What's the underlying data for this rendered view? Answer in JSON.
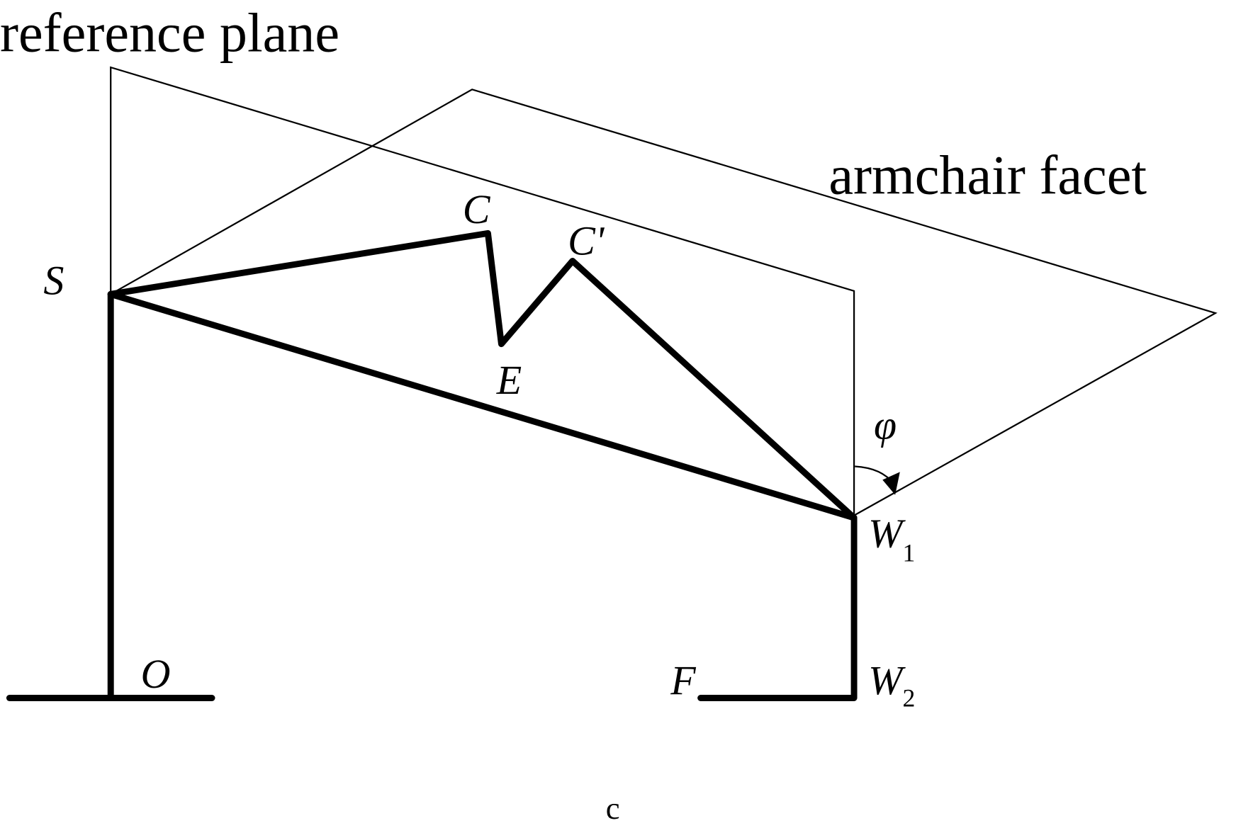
{
  "labels": {
    "reference_plane": "reference plane",
    "armchair_facet": "armchair facet",
    "S": "S",
    "C": "C",
    "C_prime": "C'",
    "E": "E",
    "phi": "φ",
    "W1": "W",
    "W1_sub": "1",
    "W2": "W",
    "W2_sub": "2",
    "O": "O",
    "F": "F",
    "caption": "c"
  },
  "colors": {
    "line": "#000000",
    "background": "#ffffff"
  }
}
